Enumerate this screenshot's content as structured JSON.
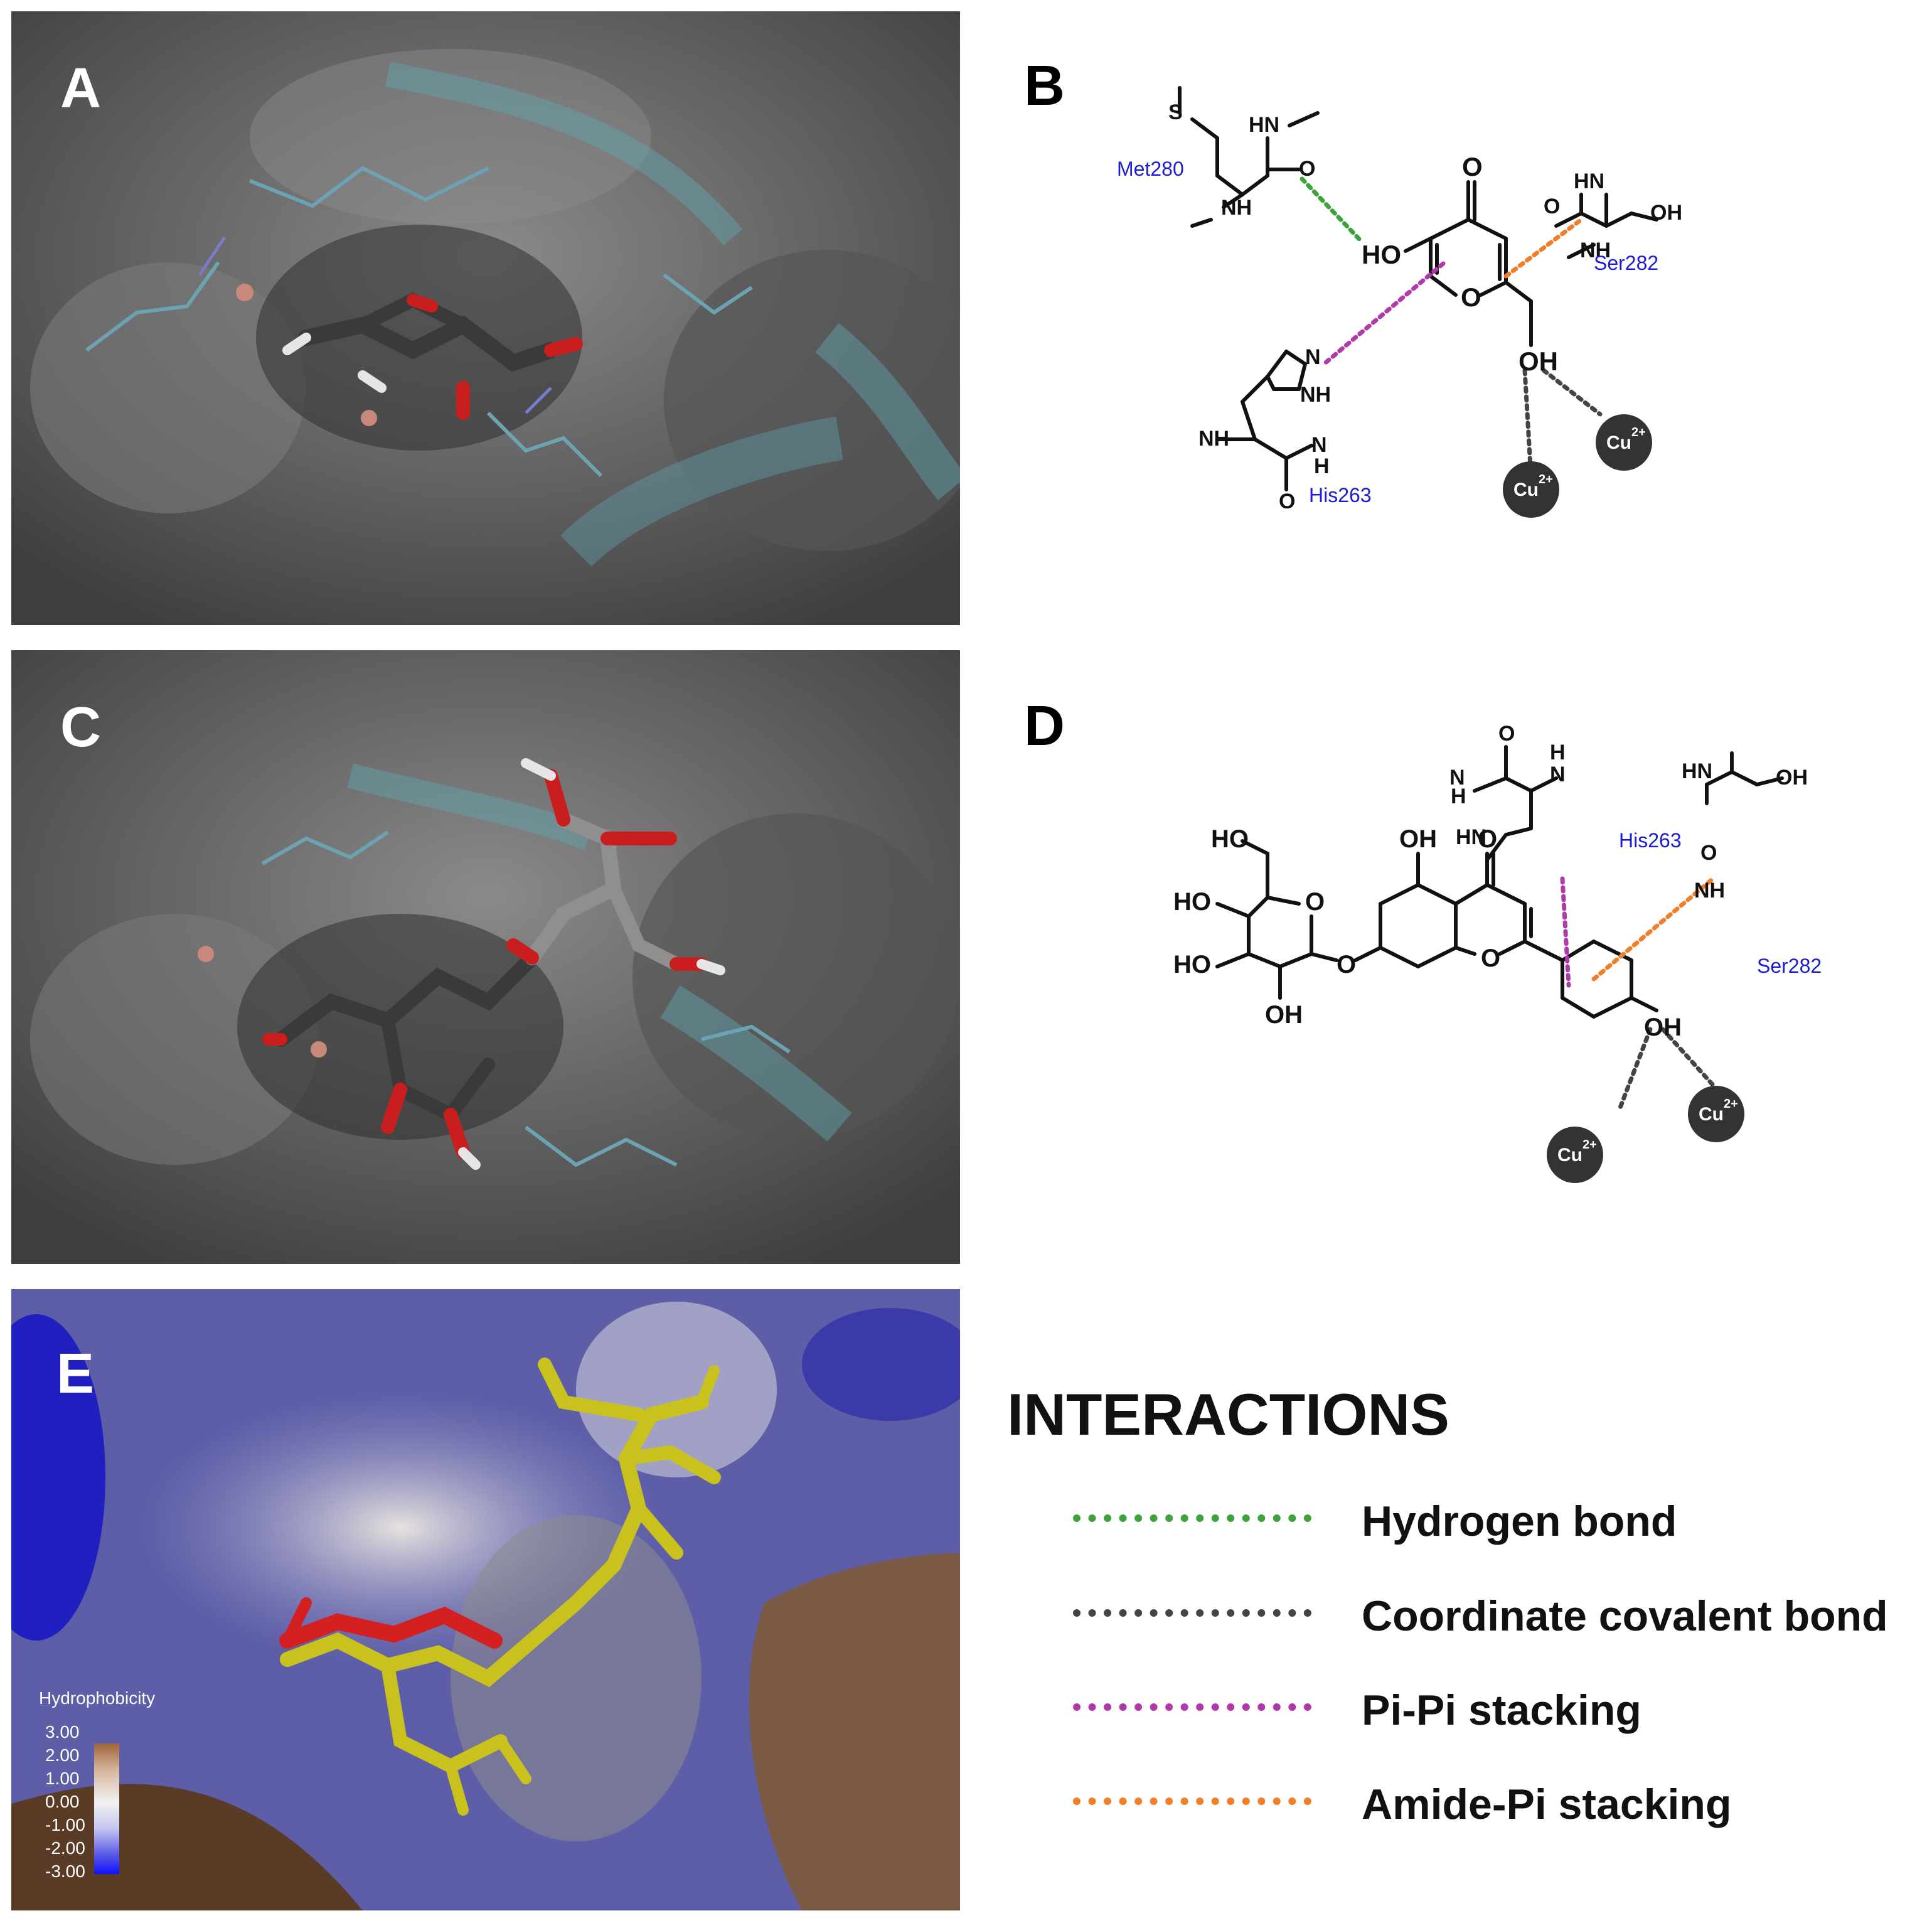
{
  "panels": {
    "A": "A",
    "B": "B",
    "C": "C",
    "D": "D",
    "E": "E"
  },
  "scheme_b": {
    "residues": {
      "met": "Met280",
      "ser": "Ser282",
      "his": "His263"
    },
    "atoms": {
      "S": "S",
      "HN_top": "HN",
      "O_met": "O",
      "NH_met": "NH",
      "HO": "HO",
      "O_ketone": "O",
      "O_ring": "O",
      "OH_ch2": "OH",
      "HN_ser": "HN",
      "OH_ser": "OH",
      "O_ser": "O",
      "NH_ser": "NH",
      "N_his": "N",
      "NH_his": "NH",
      "NH_his_bb": "NH",
      "H_his_bb": "H",
      "O_his": "O",
      "N_his_bb": "N",
      "H_his_bb2": "H"
    },
    "cu1": "Cu",
    "cu2": "Cu",
    "cu_charge": "2+"
  },
  "scheme_d": {
    "residues": {
      "his": "His263",
      "ser": "Ser282"
    },
    "atoms": {
      "HO_top": "HO",
      "HO_1": "HO",
      "HO_2": "HO",
      "OH_bottom": "OH",
      "O_sugar_ring": "O",
      "O_glyco": "O",
      "OH_5": "OH",
      "O_4": "O",
      "O_ring": "O",
      "OH_4p": "OH",
      "N_his": "N",
      "H_his": "H",
      "O_his": "O",
      "H_his2": "H",
      "N_his2": "N",
      "HN_his": "HN",
      "HN_ser": "HN",
      "OH_ser": "OH",
      "O_ser": "O",
      "NH_ser": "NH"
    },
    "cu1": "Cu",
    "cu2": "Cu",
    "cu_charge": "2+"
  },
  "legend": {
    "title": "INTERACTIONS",
    "items": [
      {
        "label": "Hydrogen bond",
        "color": "#3ea33a"
      },
      {
        "label": "Coordinate covalent bond",
        "color": "#444444"
      },
      {
        "label": "Pi-Pi stacking",
        "color": "#b03aa8"
      },
      {
        "label": "Amide-Pi stacking",
        "color": "#f07f2c"
      }
    ]
  },
  "hydrophobicity": {
    "title": "Hydrophobicity",
    "ticks": [
      "3.00",
      "2.00",
      "1.00",
      "0.00",
      "-1.00",
      "-2.00",
      "-3.00"
    ]
  },
  "colors": {
    "surface_gray": "#6e6e6e",
    "ligand_yellow": "#c9c21e",
    "ligand_red": "#d41f1f",
    "residue_teal": "#5a93a3",
    "cu_sphere": "#333333"
  }
}
